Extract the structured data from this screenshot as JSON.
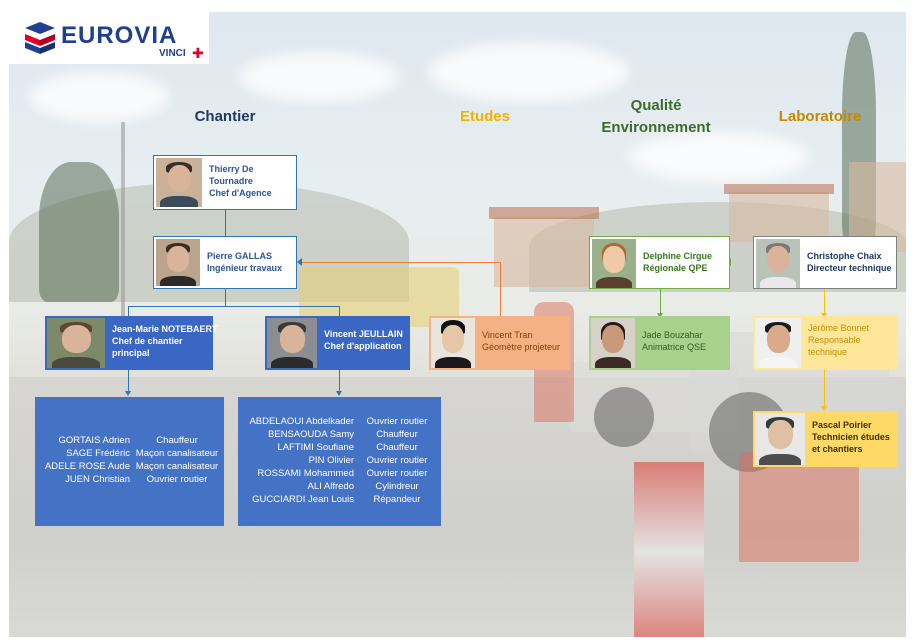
{
  "logo": {
    "brand": "EUROVIA",
    "vinci": "VINCI"
  },
  "headers": {
    "chantier": "Chantier",
    "etudes": "Etudes",
    "qualite_line1": "Qualité",
    "qualite_line2": "Environnement",
    "laboratoire": "Laboratoire"
  },
  "people": {
    "thierry": {
      "line1": "Thierry De",
      "line2": "Tournadre",
      "line3": "Chef d'Agence"
    },
    "pierre": {
      "line1": "Pierre GALLAS",
      "line2": "Ingénieur travaux"
    },
    "jean_marie": {
      "line1": "Jean-Marie NOTEBAERT",
      "line2": "Chef de chantier",
      "line3": "principal"
    },
    "vincent_j": {
      "line1": "Vincent JEULLAIN",
      "line2": "Chef d'application"
    },
    "vincent_t": {
      "line1": "Vincent Tran",
      "line2": "Géomètre projeteur"
    },
    "delphine": {
      "line1": "Delphine Cirgue",
      "line2": "Régionale QPE"
    },
    "jade": {
      "line1": "Jade Bouzahar",
      "line2": "Animatrice QSE"
    },
    "christophe": {
      "line1": "Christophe Chaix",
      "line2": "Directeur technique"
    },
    "jerome": {
      "line1": "Jérôme Bonnet",
      "line2": "Responsable",
      "line3": "technique"
    },
    "pascal": {
      "line1": "Pascal Poirier",
      "line2": "Technicien études",
      "line3": "et chantiers"
    }
  },
  "team_left": [
    {
      "name": "GORTAIS Adrien",
      "role": "Chauffeur"
    },
    {
      "name": "SAGE Frédéric",
      "role": "Maçon canalisateur"
    },
    {
      "name": "ADELE ROSE Aude",
      "role": "Maçon canalisateur"
    },
    {
      "name": "JUEN Christian",
      "role": "Ouvrier routier"
    }
  ],
  "team_right": [
    {
      "name": "ABDELAOUI Abdelkader",
      "role": "Ouvrier routier"
    },
    {
      "name": "BENSAOUDA Samy",
      "role": "Chauffeur"
    },
    {
      "name": "LAFTIMI Soufiane",
      "role": "Chauffeur"
    },
    {
      "name": "PIN Olivier",
      "role": "Ouvrier routier"
    },
    {
      "name": "ROSSAMI Mohammed",
      "role": "Ouvrier routier"
    },
    {
      "name": "ALI Alfredo",
      "role": "Cylindreur"
    },
    {
      "name": "GUCCIARDI Jean Louis",
      "role": "Répandeur"
    }
  ]
}
